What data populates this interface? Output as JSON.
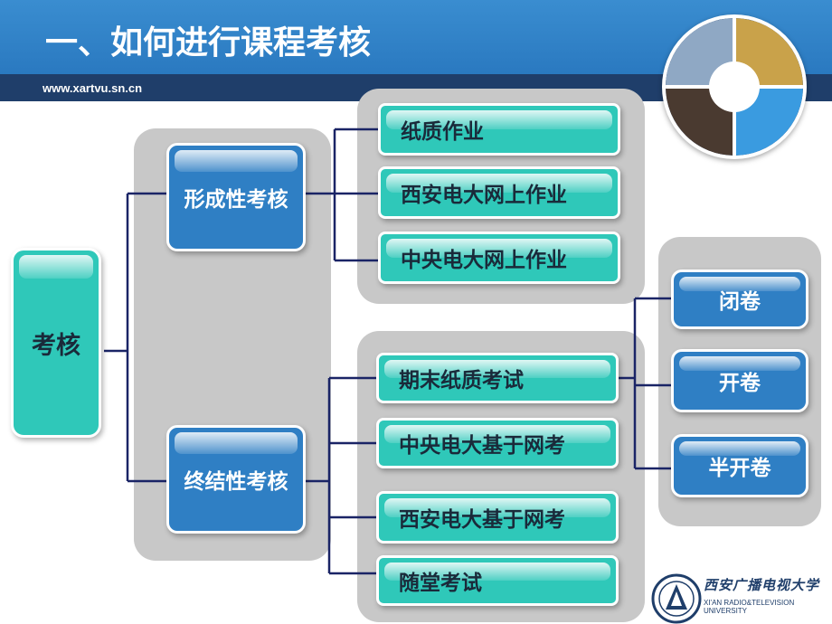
{
  "header": {
    "title": "一、如何进行课程考核",
    "url": "www.xartvu.sn.cn"
  },
  "diagram": {
    "root": "考核",
    "formative": {
      "label": "形成性考核",
      "children": [
        "纸质作业",
        "西安电大网上作业",
        "中央电大网上作业"
      ]
    },
    "summative": {
      "label": "终结性考核",
      "children": [
        "期末纸质考试",
        "中央电大基于网考",
        "西安电大基于网考",
        "随堂考试"
      ]
    },
    "exam_types": [
      "闭卷",
      "开卷",
      "半开卷"
    ]
  },
  "logo": {
    "name_cn": "西安广播电视大学",
    "name_en_1": "XI'AN RADIO&TELEVISION",
    "name_en_2": "UNIVERSITY"
  },
  "colors": {
    "teal": "#2fc8b9",
    "blue": "#2f7fc4",
    "navy": "#1f3e6a",
    "line": "#1a2466"
  }
}
